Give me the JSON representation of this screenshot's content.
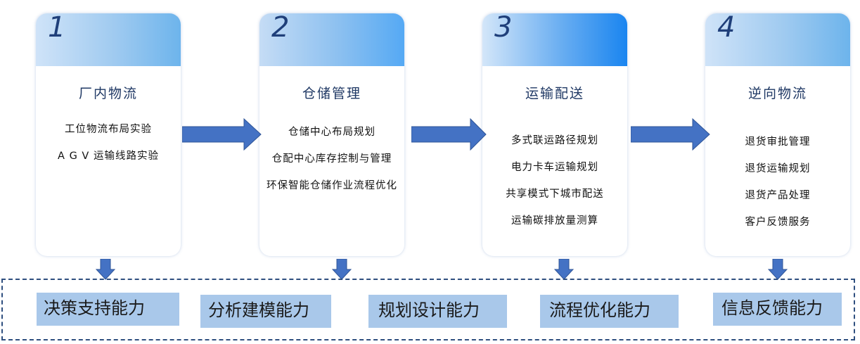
{
  "stages": [
    {
      "number": "1",
      "title": "厂内物流",
      "items": [
        "工位物流布局实验",
        "A G V 运输线路实验"
      ]
    },
    {
      "number": "2",
      "title": "仓储管理",
      "items": [
        "仓储中心布局规划",
        "仓配中心库存控制与管理",
        "环保智能仓储作业流程优化"
      ]
    },
    {
      "number": "3",
      "title": "运输配送",
      "items": [
        "多式联运路径规划",
        "电力卡车运输规划",
        "共享模式下城市配送",
        "运输碳排放量测算"
      ]
    },
    {
      "number": "4",
      "title": "逆向物流",
      "items": [
        "退货审批管理",
        "退货运输规划",
        "退货产品处理",
        "客户反馈服务"
      ]
    }
  ],
  "capabilities": [
    "决策支持能力",
    "分析建模能力",
    "规划设计能力",
    "流程优化能力",
    "信息反馈能力"
  ],
  "colors": {
    "accent": "#4472c4",
    "capability_fill": "#a9c8ea",
    "title_text": "#1f3864",
    "dash_border": "#2f4f7f"
  }
}
